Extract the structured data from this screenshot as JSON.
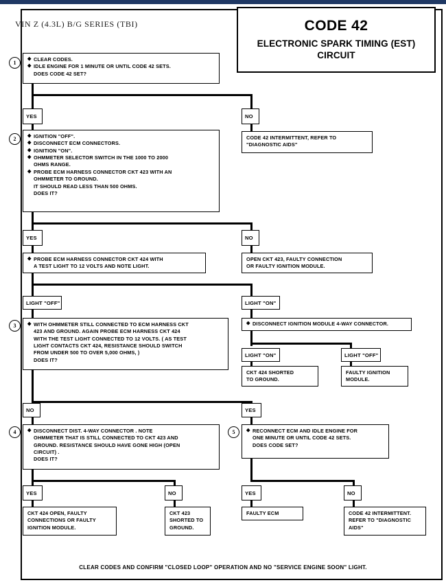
{
  "header": {
    "vin_line": "VIN Z (4.3L) B/G SERIES (TBI)",
    "code_title": "CODE 42",
    "circuit_title_line1": "ELECTRONIC SPARK TIMING (EST)",
    "circuit_title_line2": "CIRCUIT"
  },
  "steps": {
    "s1": {
      "number": "1",
      "b1": "CLEAR CODES.",
      "b2": "IDLE ENGINE FOR 1 MINUTE OR UNTIL CODE 42 SETS.",
      "b2c": "DOES CODE 42 SET?"
    },
    "s2": {
      "number": "2",
      "b1": "IGNITION \"OFF\".",
      "b2": "DISCONNECT ECM CONNECTORS.",
      "b3": "IGNITION \"ON\".",
      "b4": "OHMMETER SELECTOR SWITCH IN THE 1000 TO 2000",
      "b4c": "OHMS RANGE.",
      "b5": "PROBE ECM HARNESS CONNECTOR CKT 423  WITH AN",
      "b5c1": "OHMMETER TO GROUND.",
      "b5c2": "IT SHOULD READ LESS THAN 500 OHMS.",
      "b5c3": "DOES IT?"
    },
    "s2b": {
      "b1": "PROBE ECM HARNESS CONNECTOR CKT 424 WITH",
      "b1c": "A TEST LIGHT TO 12  VOLTS AND NOTE LIGHT."
    },
    "s3": {
      "number": "3",
      "b1": "WITH OHMMETER STILL CONNECTED TO ECM HARNESS CKT",
      "b1c1": "423 AND GROUND.  AGAIN PROBE ECM HARNESS CKT 424",
      "b1c2": "WITH THE TEST LIGHT CONNECTED TO 12 VOLTS.  ( AS TEST",
      "b1c3": "LIGHT CONTACTS CKT 424, RESISTANCE SHOULD SWITCH",
      "b1c4": "FROM UNDER 500 TO OVER 5,000 OHMS, )",
      "b1c5": "DOES IT?"
    },
    "s3r": {
      "b1": "DISCONNECT IGNITION MODULE 4-WAY CONNECTOR."
    },
    "s4": {
      "number": "4",
      "b1": "DISCONNECT DIST. 4-WAY CONNECTOR .  NOTE",
      "b1c1": "OHMMETER THAT IS STILL CONNECTED TO CKT 423  AND",
      "b1c2": "GROUND. RESISTANCE SHOULD HAVE GONE HIGH (OPEN",
      "b1c3": "CIRCUIT) .",
      "b1c4": "DOES IT?"
    },
    "s5": {
      "number": "5",
      "b1": "RECONNECT ECM AND IDLE ENGINE FOR",
      "b1c1": "ONE MINUTE OR UNTIL CODE 42 SETS.",
      "b1c2": "DOES CODE SET?"
    }
  },
  "tags": {
    "yes": "YES",
    "no": "NO",
    "light_off": "LIGHT \"OFF\"",
    "light_on": "LIGHT \"ON\""
  },
  "results": {
    "code42_intermittent_top_l1": "CODE 42 INTERMITTENT,  REFER TO",
    "code42_intermittent_top_l2": "\"DIAGNOSTIC AIDS\"",
    "open_ckt423_l1": "OPEN CKT 423, FAULTY CONNECTION",
    "open_ckt423_l2": "OR FAULTY IGNITION MODULE.",
    "ckt424_shorted_l1": "CKT 424  SHORTED",
    "ckt424_shorted_l2": "TO GROUND.",
    "faulty_ign_module_l1": "FAULTY IGNITION",
    "faulty_ign_module_l2": "MODULE.",
    "ckt424_open_l1": "CKT 424 OPEN, FAULTY",
    "ckt424_open_l2": "CONNECTIONS OR FAULTY",
    "ckt424_open_l3": "IGNITION MODULE.",
    "ckt423_shorted_l1": "CKT 423",
    "ckt423_shorted_l2": "SHORTED TO",
    "ckt423_shorted_l3": "GROUND.",
    "faulty_ecm": "FAULTY ECM",
    "code42_intermittent_bot_l1": "CODE 42 INTERMITTENT.",
    "code42_intermittent_bot_l2": "REFER TO \"DIAGNOSTIC",
    "code42_intermittent_bot_l3": "AIDS\""
  },
  "footer": {
    "note": "CLEAR CODES AND CONFIRM \"CLOSED LOOP\" OPERATION AND NO \"SERVICE ENGINE SOON\" LIGHT."
  }
}
